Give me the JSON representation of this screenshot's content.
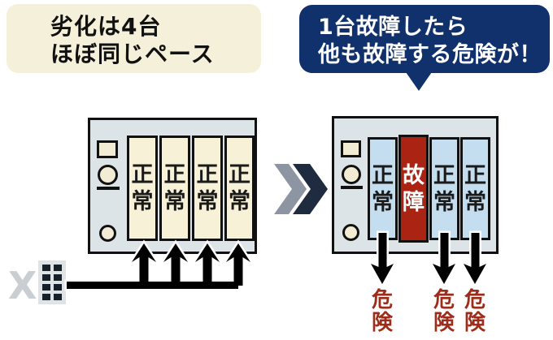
{
  "callout_left": {
    "lines": [
      "劣化は4台",
      "ほぼ同じペース"
    ],
    "bg": "#f5f0d9",
    "fg": "#111111"
  },
  "callout_right": {
    "lines": [
      "1台故障したら",
      "他も故障する危険が！"
    ],
    "bg": "#10316b",
    "fg": "#ffffff"
  },
  "machine_before": {
    "body_bg": "#dde4e8",
    "unit_bg": "#f7f1d8",
    "unit_fg": "#1a1a1a",
    "units": [
      {
        "label": "正常"
      },
      {
        "label": "正常"
      },
      {
        "label": "正常"
      },
      {
        "label": "正常"
      }
    ]
  },
  "machine_after": {
    "body_bg": "#dde4e8",
    "normal_bg": "#c4def0",
    "normal_fg": "#1a1a1a",
    "failure_bg": "#ab2312",
    "failure_fg": "#ffffff",
    "units": [
      {
        "label": "正常",
        "state": "normal"
      },
      {
        "label": "故障",
        "state": "failure"
      },
      {
        "label": "正常",
        "state": "normal"
      },
      {
        "label": "正常",
        "state": "normal"
      }
    ]
  },
  "transition": {
    "chevron_back_color": "#8d95a2",
    "chevron_front_color": "#1f2b3f"
  },
  "source": {
    "label": "X",
    "label_color": "#c9ced2",
    "building_color": "#dfe3e6",
    "window_color": "#15202b"
  },
  "danger": {
    "label": "危険",
    "color": "#9e2c1a"
  },
  "arrows": {
    "fill": "#000000",
    "outline": "#ffffff"
  }
}
